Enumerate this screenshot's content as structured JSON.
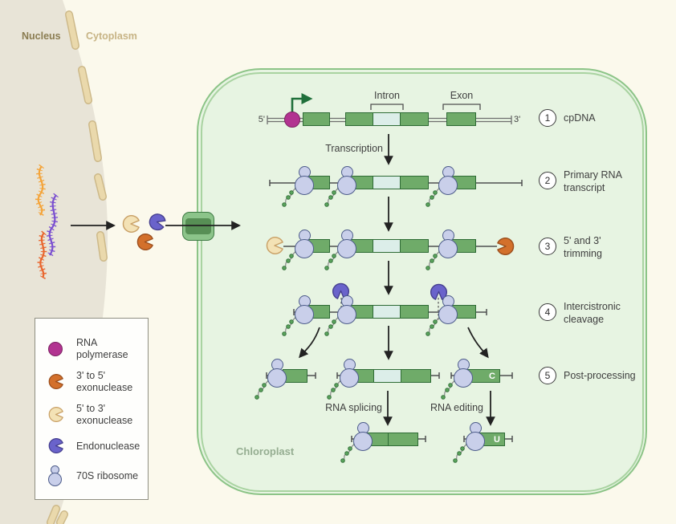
{
  "regions": {
    "nucleus": "Nucleus",
    "cytoplasm": "Cytoplasm",
    "chloroplast": "Chloroplast"
  },
  "gene": {
    "five_prime": "5'",
    "three_prime": "3'",
    "intron": "Intron",
    "exon": "Exon",
    "transcription": "Transcription"
  },
  "steps": [
    {
      "num": "1",
      "line1": "cpDNA",
      "line2": ""
    },
    {
      "num": "2",
      "line1": "Primary RNA",
      "line2": "transcript"
    },
    {
      "num": "3",
      "line1": "5' and 3'",
      "line2": "trimming"
    },
    {
      "num": "4",
      "line1": "Intercistronic",
      "line2": "cleavage"
    },
    {
      "num": "5",
      "line1": "Post-processing",
      "line2": ""
    }
  ],
  "post_processing": {
    "splicing": "RNA splicing",
    "editing": "RNA editing",
    "edited_base_before": "C",
    "edited_base_after": "U"
  },
  "legend": {
    "items": [
      {
        "icon": "rna-polymerase",
        "line1": "RNA",
        "line2": "polymerase"
      },
      {
        "icon": "3-to-5-exonuclease",
        "line1": "3' to 5'",
        "line2": "exonuclease"
      },
      {
        "icon": "5-to-3-exonuclease",
        "line1": "5' to 3'",
        "line2": "exonuclease"
      },
      {
        "icon": "endonuclease",
        "line1": "Endonuclease",
        "line2": ""
      },
      {
        "icon": "70s-ribosome",
        "line1": "70S ribosome",
        "line2": ""
      }
    ]
  },
  "colors": {
    "bg-cream": "#fbf9ec",
    "nucleus-bg": "#e8e4d7",
    "capsule-fill": "#ead9ac",
    "capsule-stroke": "#cdb989",
    "nucleus-text": "#8a7c51",
    "cytoplasm-text": "#c7b485",
    "chloroplast-text": "#95ad91",
    "chloro-fill": "#e7f4e2",
    "chloro-stroke": "#8cc487",
    "chloro-inner-stroke": "#a9d3a1",
    "gene-green": "#6fab69",
    "gene-stroke": "#2e6b35",
    "intron-fill": "#dceee9",
    "polymerase": "#b23391",
    "polymerase-stroke": "#7b2161",
    "exo35-orange": "#d3702b",
    "exo35-stroke": "#9c4f1d",
    "exo53-cream": "#f3e2b5",
    "exo53-stroke": "#c9a167",
    "endo-blue": "#6a63cb",
    "endo-stroke": "#46408f",
    "ribo-fill": "#c9cfea",
    "ribo-stroke": "#4d5c8a",
    "bead-green": "#5aa35c",
    "channel-fill": "#8cc48a",
    "channel-dark": "#578f55",
    "channel-stroke": "#3e7a44",
    "arrow-dark": "#222222",
    "strand": "#4f4f4f",
    "text-dark": "#3f3f3f",
    "squiggle-orange": "#f4a43a",
    "squiggle-purple": "#7a4fd0",
    "squiggle-red": "#e9652d",
    "transcription-arrow": "#20703b"
  }
}
